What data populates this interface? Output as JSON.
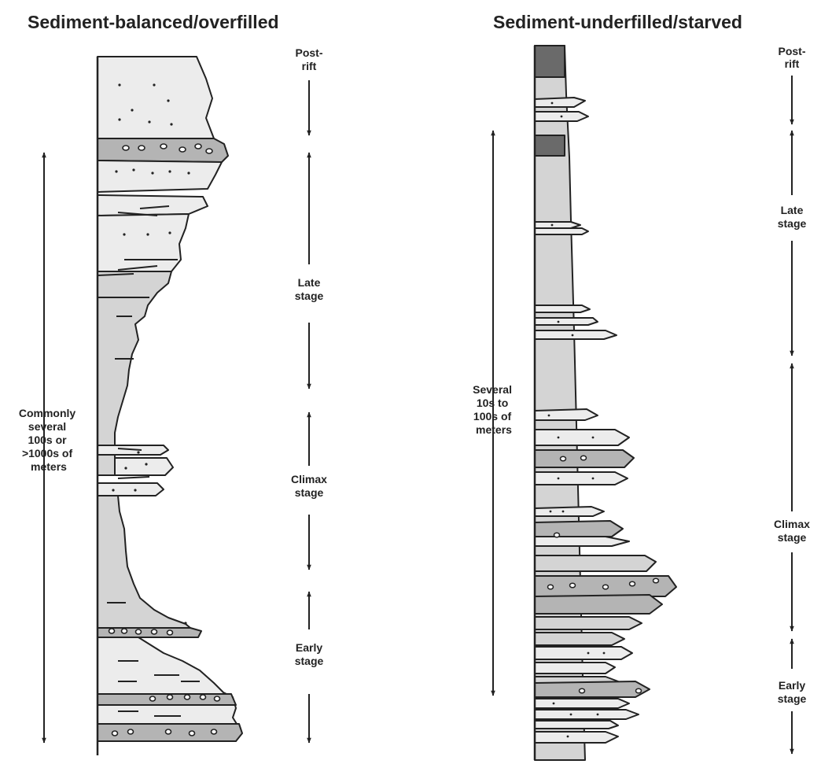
{
  "left_panel": {
    "title": "Sediment-balanced/overfilled",
    "thickness_label": [
      "Commonly",
      "several",
      "100s or",
      ">1000s of",
      "meters"
    ],
    "stages": [
      {
        "key": "post_rift",
        "lines": [
          "Post-",
          "rift"
        ]
      },
      {
        "key": "late",
        "lines": [
          "Late",
          "stage"
        ]
      },
      {
        "key": "climax",
        "lines": [
          "Climax",
          "stage"
        ]
      },
      {
        "key": "early",
        "lines": [
          "Early",
          "stage"
        ]
      }
    ]
  },
  "right_panel": {
    "title": "Sediment-underfilled/starved",
    "thickness_label": [
      "Several",
      "10s to",
      "100s of",
      "meters"
    ],
    "stages": [
      {
        "key": "post_rift",
        "lines": [
          "Post-",
          "rift"
        ]
      },
      {
        "key": "late",
        "lines": [
          "Late",
          "stage"
        ]
      },
      {
        "key": "climax",
        "lines": [
          "Climax",
          "stage"
        ]
      },
      {
        "key": "early",
        "lines": [
          "Early",
          "stage"
        ]
      }
    ]
  },
  "colors": {
    "ink": "#222222",
    "mudstone": "#d4d4d4",
    "sandstone": "#ececec",
    "conglomerate": "#b4b4b4",
    "dark_shale": "#6a6a6a",
    "background": "#ffffff"
  }
}
